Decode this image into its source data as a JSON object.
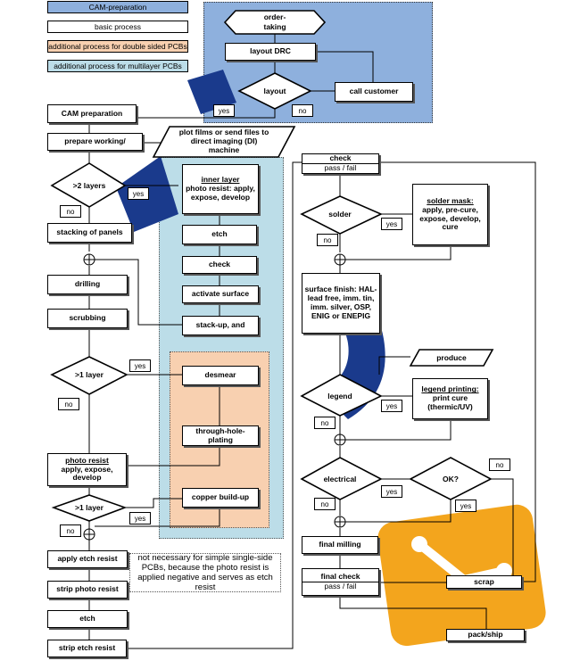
{
  "legend": {
    "cam": "CAM-preparation",
    "basic": "basic process",
    "double": "additional process for double sided PCBs",
    "multi": "additional process for multilayer PCBs"
  },
  "colors": {
    "cam": "#8eb0dd",
    "basic": "#ffffff",
    "double": "#f8d0b0",
    "multi": "#bcdde8",
    "watermark_blue": "#1a3a8c",
    "watermark_orange": "#f3a51d"
  },
  "nodes": {
    "order_taking": "order-taking",
    "layout_drc": "layout DRC",
    "layout": "layout",
    "call_customer": "call customer",
    "cam_preparation": "CAM preparation",
    "prepare_working": "prepare working/",
    "plot_films": "plot films or send files to direct imaging (DI) machine",
    "gt2_layers": ">2 layers",
    "inner_layer_title": "inner layer",
    "inner_layer_body": "photo resist: apply, expose, develop",
    "etch_inner": "etch",
    "check_inner": "check",
    "activate_surface": "activate surface",
    "stack_up": "stack-up, and",
    "stacking_panels": "stacking of panels",
    "drilling": "drilling",
    "scrubbing": "scrubbing",
    "gt1_layer": ">1 layer",
    "desmear": "desmear",
    "thp": "through-hole-plating",
    "photo_resist_title": "photo resist",
    "photo_resist_body": "apply, expose, develop",
    "gt1_layer2": ">1 layer",
    "copper_buildup": "copper build-up",
    "apply_etch_resist": "apply etch resist",
    "strip_photo_resist": "strip photo resist",
    "etch_main": "etch",
    "strip_etch_resist": "strip etch resist",
    "note": "not necessary for simple single-side PCBs, because the photo resist is applied negative and serves as etch resist",
    "check_top": "check",
    "pass_fail": "pass / fail",
    "solder": "solder",
    "solder_mask_title": "solder mask:",
    "solder_mask_body": "apply, pre-cure, expose, develop, cure",
    "surface_finish": "surface finish: HAL-lead free, imm. tin, imm. silver, OSP, ENIG or ENEPIG",
    "produce": "produce",
    "legend_node": "legend",
    "legend_print_title": "legend printing:",
    "legend_print_body": "print cure (thermic/UV)",
    "electrical": "electrical",
    "ok": "OK?",
    "final_milling": "final milling",
    "final_check": "final check",
    "final_pass_fail": "pass / fail",
    "scrap": "scrap",
    "pack_ship": "pack/ship"
  },
  "labels": {
    "yes": "yes",
    "no": "no"
  }
}
